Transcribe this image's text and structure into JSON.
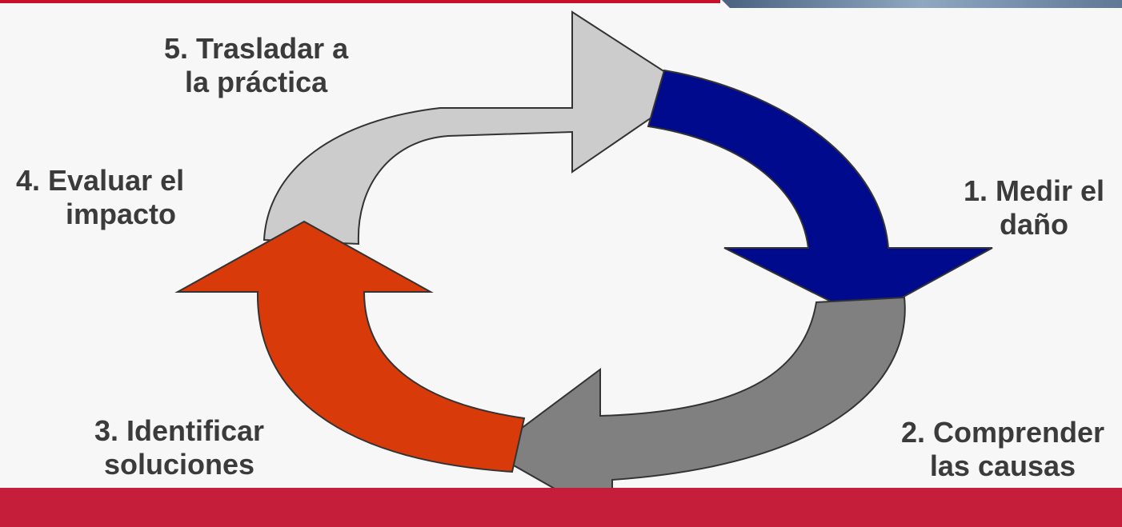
{
  "colors": {
    "top_rule": "#c8102e",
    "bottom_band": "#c41e3a",
    "step1_arrow": "#000a8c",
    "step2_arrow": "#808080",
    "step3_arrow": "#d93a0a",
    "step4_5_arrow": "#cccccc",
    "outline": "#333333",
    "label_text": "#3b3b3b"
  },
  "steps": [
    {
      "line1": "1. Medir el",
      "line2": "daño"
    },
    {
      "line1": "2. Comprender",
      "line2": "las causas"
    },
    {
      "line1": "3. Identificar",
      "line2": "soluciones"
    },
    {
      "line1": "4. Evaluar el",
      "line2": "impacto"
    },
    {
      "line1": "5. Trasladar a",
      "line2": "la práctica"
    }
  ]
}
